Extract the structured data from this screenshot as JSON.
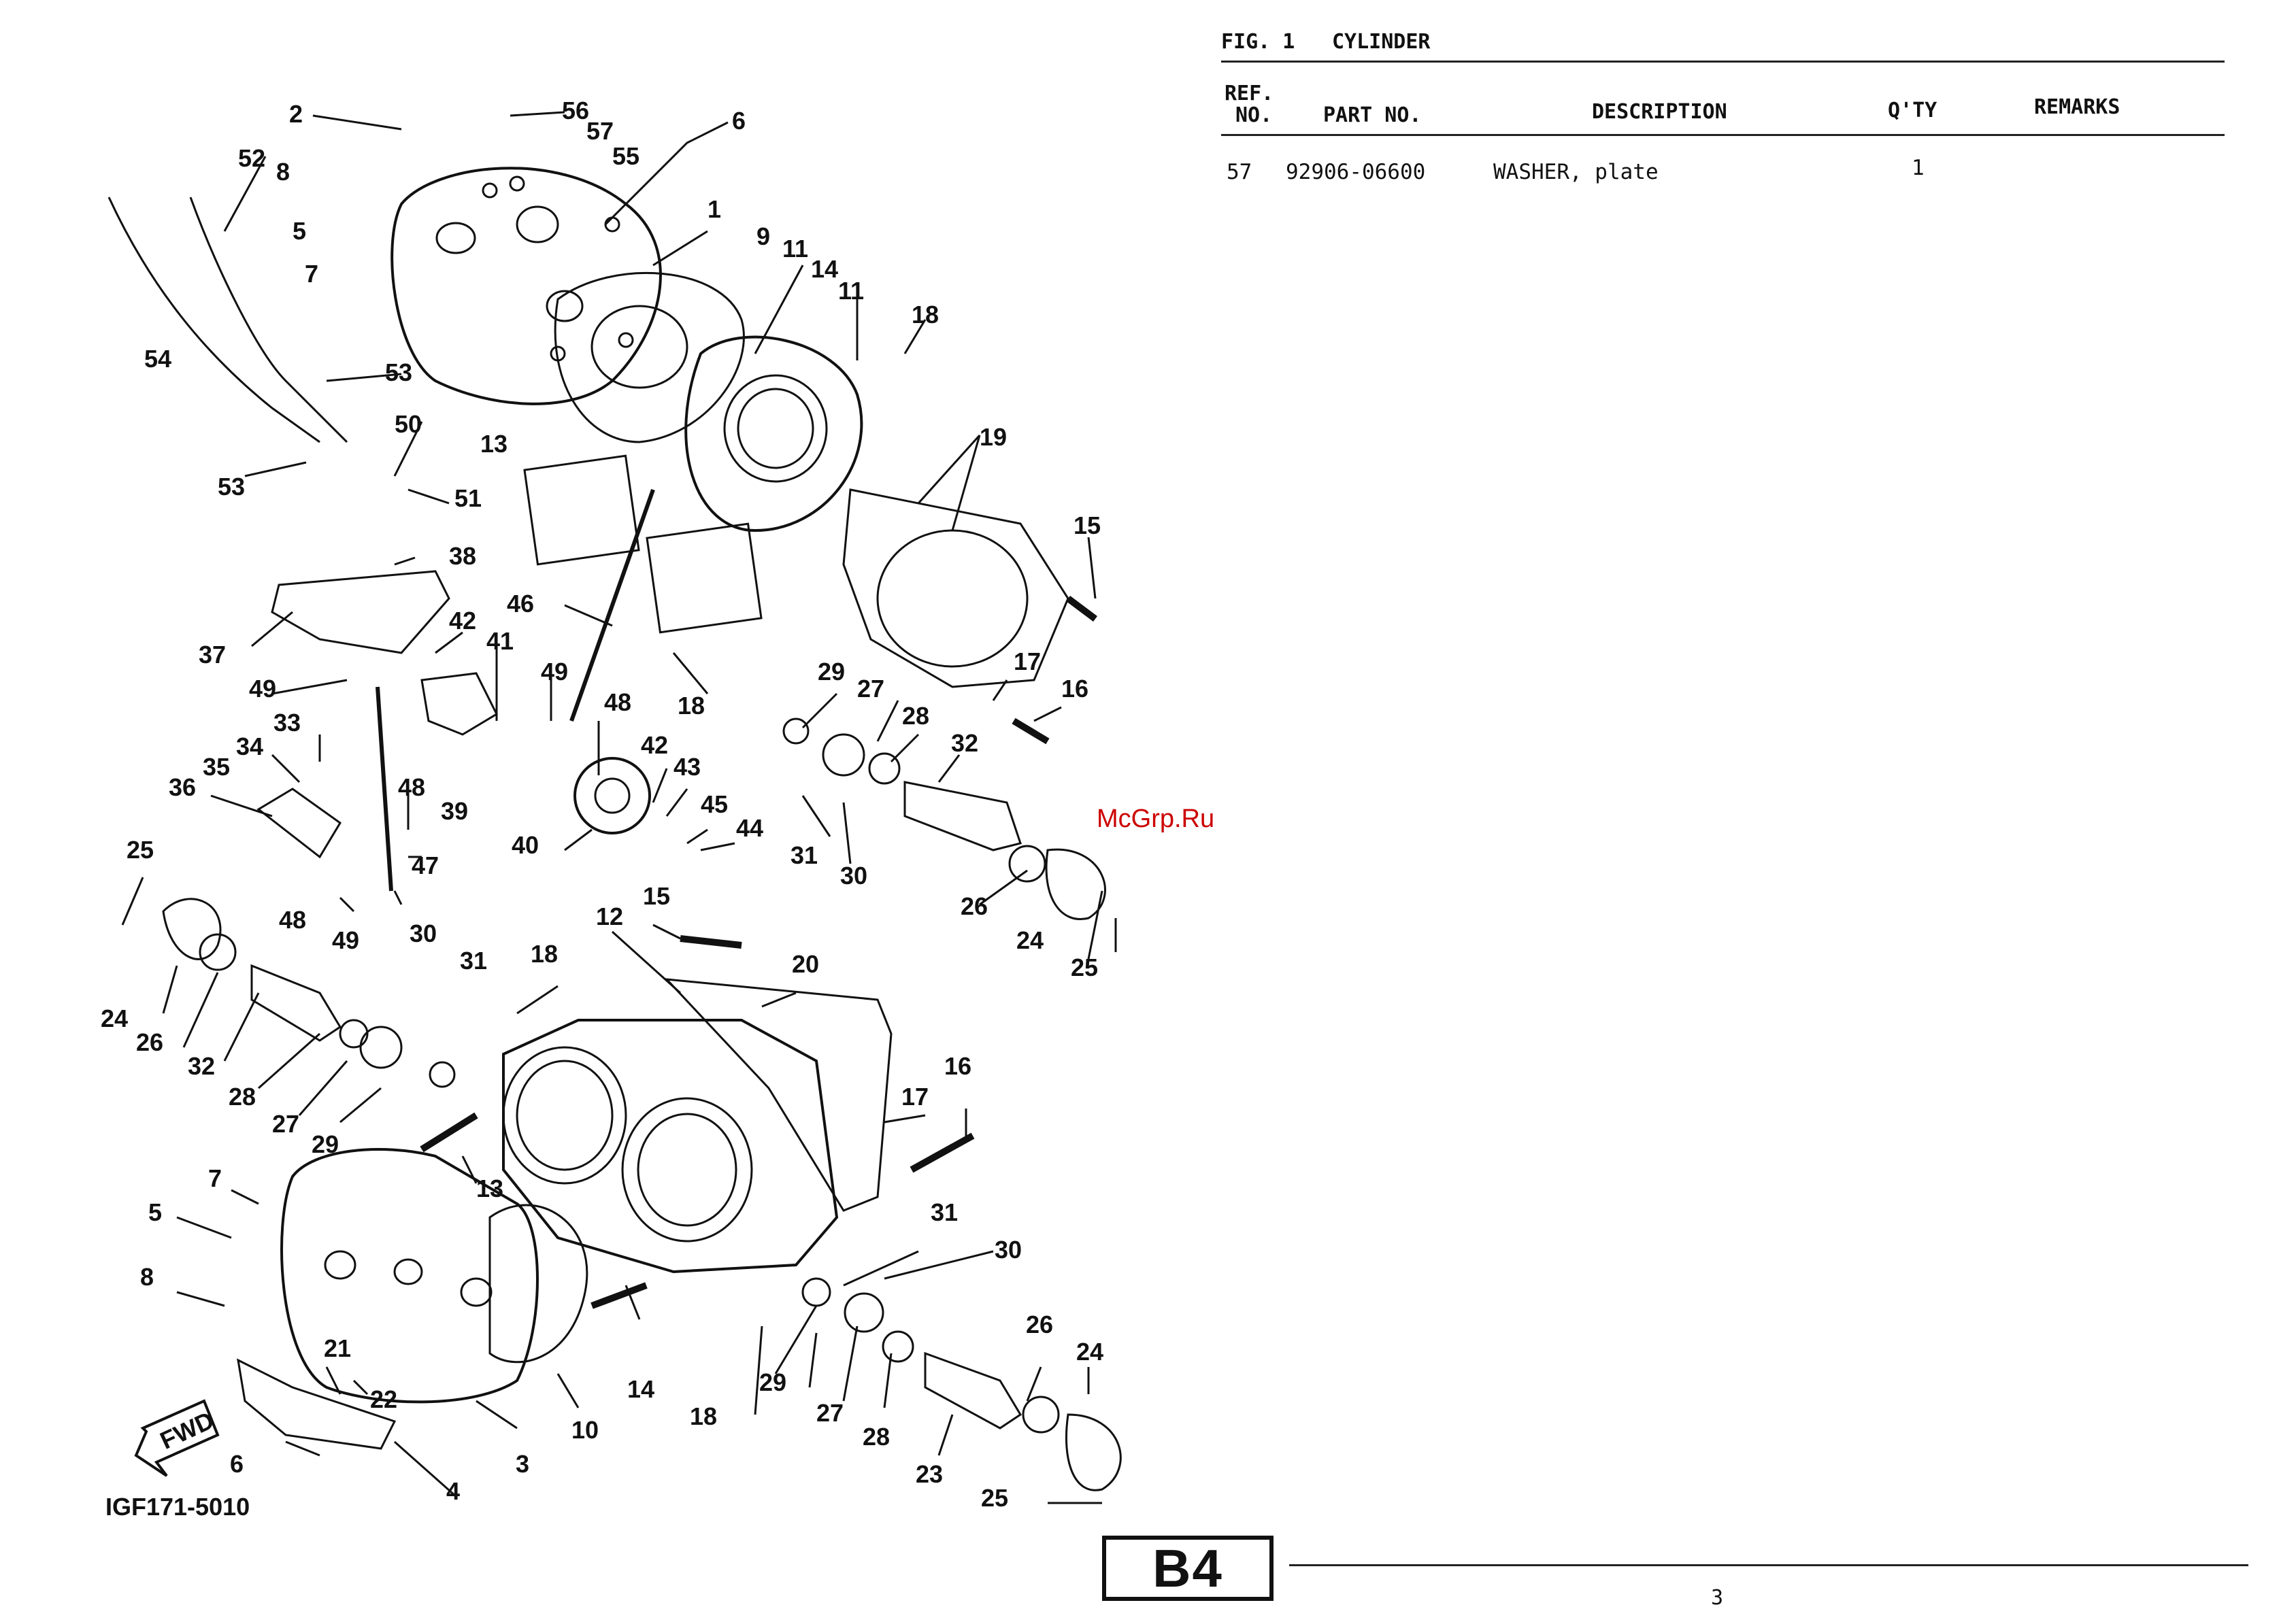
{
  "header": {
    "figure_label": "FIG. 1",
    "figure_title": "CYLINDER"
  },
  "table": {
    "columns": {
      "ref_no_line1": "REF.",
      "ref_no_line2": "NO.",
      "part_no": "PART NO.",
      "description": "DESCRIPTION",
      "qty": "Q'TY",
      "remarks": "REMARKS"
    },
    "rows": [
      {
        "ref": "57",
        "part": "92906-06600",
        "desc": "WASHER, plate",
        "qty": "1",
        "remarks": ""
      }
    ]
  },
  "watermark": "McGrp.Ru",
  "diagram": {
    "code": "IGF171-5010",
    "fwd_label": "FWD",
    "callouts": [
      {
        "id": "c2",
        "t": "2"
      },
      {
        "id": "c56",
        "t": "56"
      },
      {
        "id": "c57",
        "t": "57"
      },
      {
        "id": "c55",
        "t": "55"
      },
      {
        "id": "c6a",
        "t": "6"
      },
      {
        "id": "c52",
        "t": "52"
      },
      {
        "id": "c8a",
        "t": "8"
      },
      {
        "id": "c5a",
        "t": "5"
      },
      {
        "id": "c7a",
        "t": "7"
      },
      {
        "id": "c1",
        "t": "1"
      },
      {
        "id": "c9",
        "t": "9"
      },
      {
        "id": "c11a",
        "t": "11"
      },
      {
        "id": "c14a",
        "t": "14"
      },
      {
        "id": "c11b",
        "t": "11"
      },
      {
        "id": "c18a",
        "t": "18"
      },
      {
        "id": "c54",
        "t": "54"
      },
      {
        "id": "c53a",
        "t": "53"
      },
      {
        "id": "c53b",
        "t": "53"
      },
      {
        "id": "c50",
        "t": "50"
      },
      {
        "id": "c51",
        "t": "51"
      },
      {
        "id": "c13a",
        "t": "13"
      },
      {
        "id": "c19",
        "t": "19"
      },
      {
        "id": "c15a",
        "t": "15"
      },
      {
        "id": "c38",
        "t": "38"
      },
      {
        "id": "c46",
        "t": "46"
      },
      {
        "id": "c37",
        "t": "37"
      },
      {
        "id": "c42a",
        "t": "42"
      },
      {
        "id": "c41",
        "t": "41"
      },
      {
        "id": "c18b",
        "t": "18"
      },
      {
        "id": "c17a",
        "t": "17"
      },
      {
        "id": "c16a",
        "t": "16"
      },
      {
        "id": "c49a",
        "t": "49"
      },
      {
        "id": "c49b",
        "t": "49"
      },
      {
        "id": "c29a",
        "t": "29"
      },
      {
        "id": "c27a",
        "t": "27"
      },
      {
        "id": "c28a",
        "t": "28"
      },
      {
        "id": "c48a",
        "t": "48"
      },
      {
        "id": "c33",
        "t": "33"
      },
      {
        "id": "c34",
        "t": "34"
      },
      {
        "id": "c32a",
        "t": "32"
      },
      {
        "id": "c42b",
        "t": "42"
      },
      {
        "id": "c43",
        "t": "43"
      },
      {
        "id": "c48b",
        "t": "48"
      },
      {
        "id": "c35",
        "t": "35"
      },
      {
        "id": "c36",
        "t": "36"
      },
      {
        "id": "c39",
        "t": "39"
      },
      {
        "id": "c45",
        "t": "45"
      },
      {
        "id": "c44",
        "t": "44"
      },
      {
        "id": "c40",
        "t": "40"
      },
      {
        "id": "c31a",
        "t": "31"
      },
      {
        "id": "c30a",
        "t": "30"
      },
      {
        "id": "c47",
        "t": "47"
      },
      {
        "id": "c25a",
        "t": "25"
      },
      {
        "id": "c26a",
        "t": "26"
      },
      {
        "id": "c24a",
        "t": "24"
      },
      {
        "id": "c25b",
        "t": "25"
      },
      {
        "id": "c48c",
        "t": "48"
      },
      {
        "id": "c49c",
        "t": "49"
      },
      {
        "id": "c15b",
        "t": "15"
      },
      {
        "id": "c12",
        "t": "12"
      },
      {
        "id": "c20",
        "t": "20"
      },
      {
        "id": "c30b",
        "t": "30"
      },
      {
        "id": "c31b",
        "t": "31"
      },
      {
        "id": "c18c",
        "t": "18"
      },
      {
        "id": "c24b",
        "t": "24"
      },
      {
        "id": "c26b",
        "t": "26"
      },
      {
        "id": "c32b",
        "t": "32"
      },
      {
        "id": "c28b",
        "t": "28"
      },
      {
        "id": "c27b",
        "t": "27"
      },
      {
        "id": "c29b",
        "t": "29"
      },
      {
        "id": "c17b",
        "t": "17"
      },
      {
        "id": "c16b",
        "t": "16"
      },
      {
        "id": "c13b",
        "t": "13"
      },
      {
        "id": "c7b",
        "t": "7"
      },
      {
        "id": "c5b",
        "t": "5"
      },
      {
        "id": "c31c",
        "t": "31"
      },
      {
        "id": "c30c",
        "t": "30"
      },
      {
        "id": "c8b",
        "t": "8"
      },
      {
        "id": "c14b",
        "t": "14"
      },
      {
        "id": "c26c",
        "t": "26"
      },
      {
        "id": "c24c",
        "t": "24"
      },
      {
        "id": "c21",
        "t": "21"
      },
      {
        "id": "c22",
        "t": "22"
      },
      {
        "id": "c10",
        "t": "10"
      },
      {
        "id": "c18d",
        "t": "18"
      },
      {
        "id": "c29c",
        "t": "29"
      },
      {
        "id": "c27c",
        "t": "27"
      },
      {
        "id": "c28c",
        "t": "28"
      },
      {
        "id": "c23",
        "t": "23"
      },
      {
        "id": "c3",
        "t": "3"
      },
      {
        "id": "c6b",
        "t": "6"
      },
      {
        "id": "c4",
        "t": "4"
      },
      {
        "id": "c25c",
        "t": "25"
      }
    ]
  },
  "footer": {
    "section_badge": "B4",
    "page_number": "3"
  }
}
